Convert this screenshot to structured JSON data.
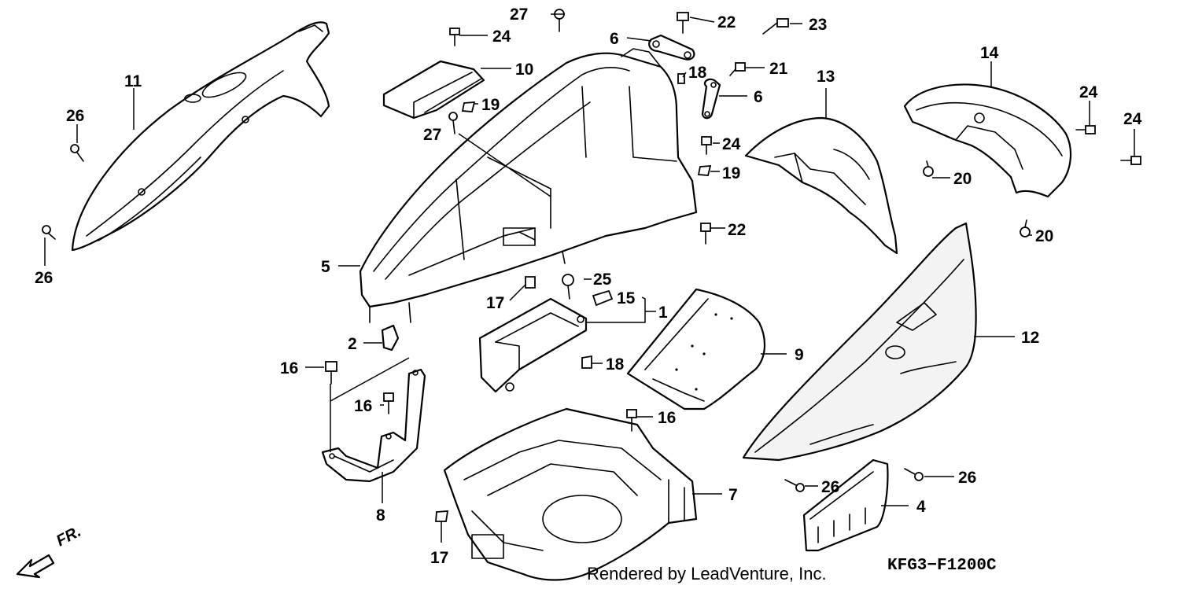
{
  "diagram": {
    "callouts": {
      "c1": "1",
      "c2": "2",
      "c4": "4",
      "c5": "5",
      "c6a": "6",
      "c6b": "6",
      "c7": "7",
      "c8": "8",
      "c9": "9",
      "c10": "10",
      "c11": "11",
      "c12": "12",
      "c13": "13",
      "c14": "14",
      "c15": "15",
      "c16a": "16",
      "c16b": "16",
      "c16c": "16",
      "c17a": "17",
      "c17b": "17",
      "c18a": "18",
      "c18b": "18",
      "c19a": "19",
      "c19b": "19",
      "c20a": "20",
      "c20b": "20",
      "c21": "21",
      "c22a": "22",
      "c22b": "22",
      "c23": "23",
      "c24a": "24",
      "c24b": "24",
      "c24c": "24",
      "c24d": "24",
      "c25": "25",
      "c26a": "26",
      "c26b": "26",
      "c26c": "26",
      "c26d": "26",
      "c27a": "27",
      "c27b": "27"
    },
    "direction_label": "FR.",
    "rendered_by": "Rendered by LeadVenture, Inc.",
    "reference_code": "KFG3−F1200C"
  }
}
